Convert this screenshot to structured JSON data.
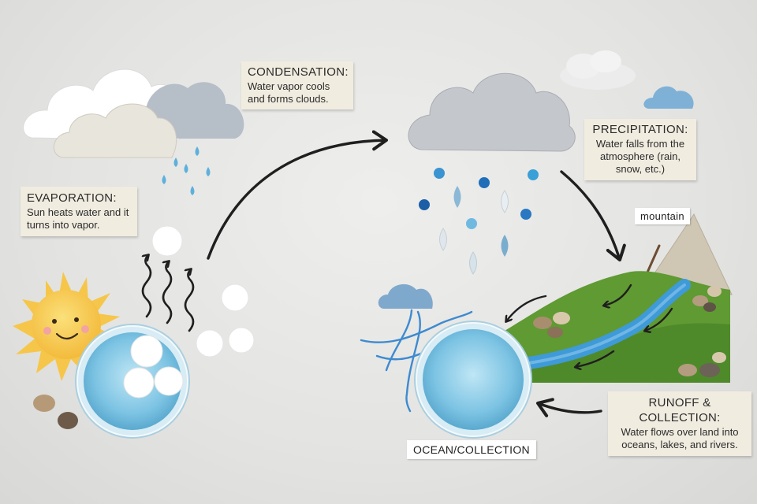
{
  "labels": {
    "evaporation": {
      "title": "EVAPORATION:",
      "body": "Sun heats water and it turns into vapor."
    },
    "condensation": {
      "title": "CONDENSATION:",
      "body": "Water vapor cools and forms clouds."
    },
    "precipitation": {
      "title": "PRECIPITATION:",
      "body": "Water falls from the atmosphere (rain, snow, etc.)"
    },
    "runoff": {
      "title": "RUNOFF & COLLECTION:",
      "body": "Water flows over land into oceans, lakes, and rivers."
    },
    "mountain_tag": "mountain",
    "ocean_tag": "OCEAN/COLLECTION"
  },
  "colors": {
    "background": "#e6e6e4",
    "card": "#f1ece0",
    "sun": "#f6c64a",
    "water": "#7cc3e3",
    "felt_green": "#5f9a32",
    "river": "#3f9ad8",
    "cloud_grey": "#c9ccd0",
    "arrow": "#1f1f1f"
  },
  "icons": [
    "sun-icon",
    "cloud-icon",
    "raindrop-icon",
    "cotton-ball-icon",
    "water-bowl-icon",
    "mountain-icon",
    "river-icon",
    "rock-icon",
    "arrow-icon"
  ]
}
